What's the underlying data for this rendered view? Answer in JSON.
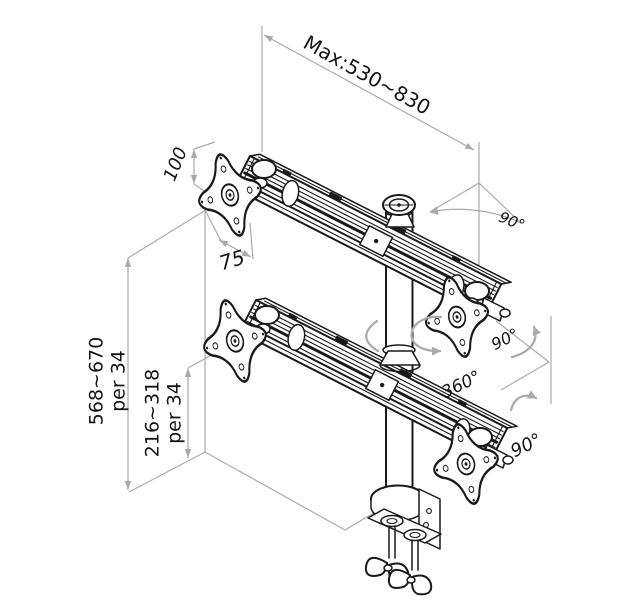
{
  "drawing": {
    "dim_max_width": "Max:530~830",
    "dim_vesa_height": "100",
    "dim_vesa_width": "75",
    "dim_total_height": "568~670",
    "dim_total_height_step": "per 34",
    "dim_lower_height": "216~318",
    "dim_lower_height_step": "per 34",
    "angle_swivel_top": "90°",
    "angle_tilt_mid": "90°",
    "angle_rotation": "360°",
    "angle_tilt_bottom": "90°",
    "colors": {
      "ink": "#1a1a1a",
      "dimension_gray": "#ababab",
      "background": "#ffffff"
    }
  }
}
